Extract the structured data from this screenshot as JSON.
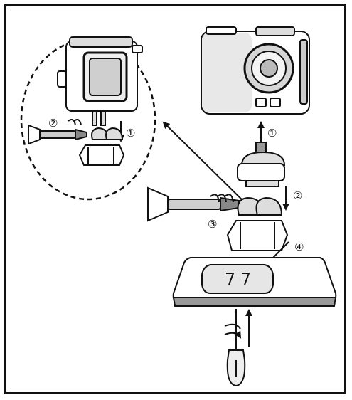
{
  "diagram": {
    "steps": {
      "camera_up": "①",
      "mount_down": "②",
      "screw_turn": "③",
      "adhesive_mount": "④",
      "housing_down": "①",
      "housing_screw": "②"
    }
  },
  "colors": {
    "ink": "#111111",
    "paper": "#ffffff",
    "grey": "#d9d9d9",
    "dark": "#555555"
  }
}
